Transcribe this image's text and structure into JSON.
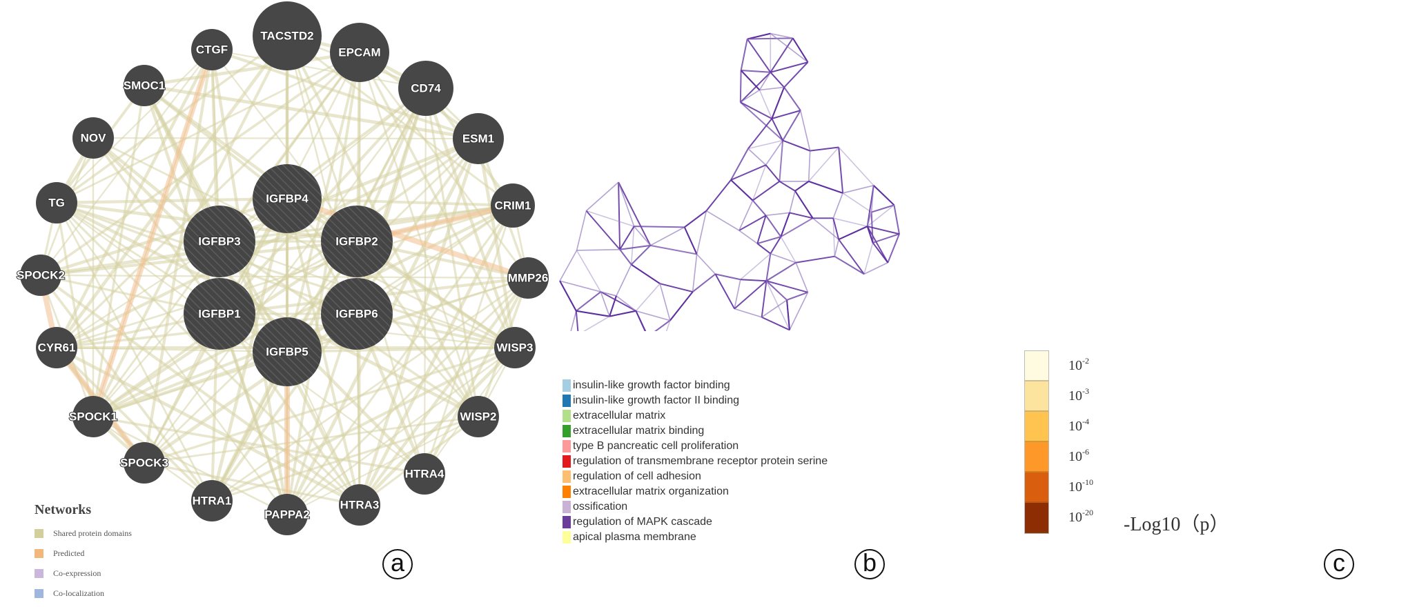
{
  "panel_a": {
    "outer_nodes": [
      "TACSTD2",
      "EPCAM",
      "CD74",
      "ESM1",
      "CRIM1",
      "MMP26",
      "WISP3",
      "WISP2",
      "HTRA4",
      "HTRA3",
      "PAPPA2",
      "HTRA1",
      "SPOCK3",
      "SPOCK1",
      "CYR61",
      "SPOCK2",
      "TG",
      "NOV",
      "SMOC1",
      "CTGF"
    ],
    "inner_nodes": [
      "IGFBP4",
      "IGFBP3",
      "IGFBP2",
      "IGFBP1",
      "IGFBP6",
      "IGFBP5"
    ],
    "legend": {
      "title": "Networks",
      "items": [
        {
          "label": "Shared protein domains",
          "color": "#d3cf9b"
        },
        {
          "label": "Predicted",
          "color": "#f2b77b"
        },
        {
          "label": "Co-expression",
          "color": "#cbb6dc"
        },
        {
          "label": "Co-localization",
          "color": "#9fb7df"
        }
      ]
    },
    "panel_label": "a"
  },
  "panel_b": {
    "legend": [
      {
        "label": "insulin-like growth factor binding",
        "color": "#a6cee3"
      },
      {
        "label": "insulin-like growth factor II binding",
        "color": "#1f78b4"
      },
      {
        "label": "extracellular matrix",
        "color": "#b2df8a"
      },
      {
        "label": "extracellular matrix binding",
        "color": "#33a02c"
      },
      {
        "label": "type B pancreatic cell proliferation",
        "color": "#fb9a99"
      },
      {
        "label": "regulation of transmembrane receptor protein serine",
        "color": "#e31a1c"
      },
      {
        "label": "regulation of cell adhesion",
        "color": "#fdbf6f"
      },
      {
        "label": "extracellular matrix organization",
        "color": "#ff7f00"
      },
      {
        "label": "ossification",
        "color": "#cab2d6"
      },
      {
        "label": "regulation of MAPK cascade",
        "color": "#6a3d9a"
      },
      {
        "label": "apical plasma membrane",
        "color": "#ffff99"
      }
    ],
    "panel_label": "b"
  },
  "panel_c": {
    "colorbar": [
      {
        "base": "10",
        "exp": "-2",
        "color": "#fffbe0"
      },
      {
        "base": "10",
        "exp": "-3",
        "color": "#fde49e"
      },
      {
        "base": "10",
        "exp": "-4",
        "color": "#fec44f"
      },
      {
        "base": "10",
        "exp": "-6",
        "color": "#fe9929"
      },
      {
        "base": "10",
        "exp": "-10",
        "color": "#d95f0e"
      },
      {
        "base": "10",
        "exp": "-20",
        "color": "#8c2d04"
      }
    ],
    "colorbar_title": "-Log10（p）",
    "panel_label": "c"
  }
}
